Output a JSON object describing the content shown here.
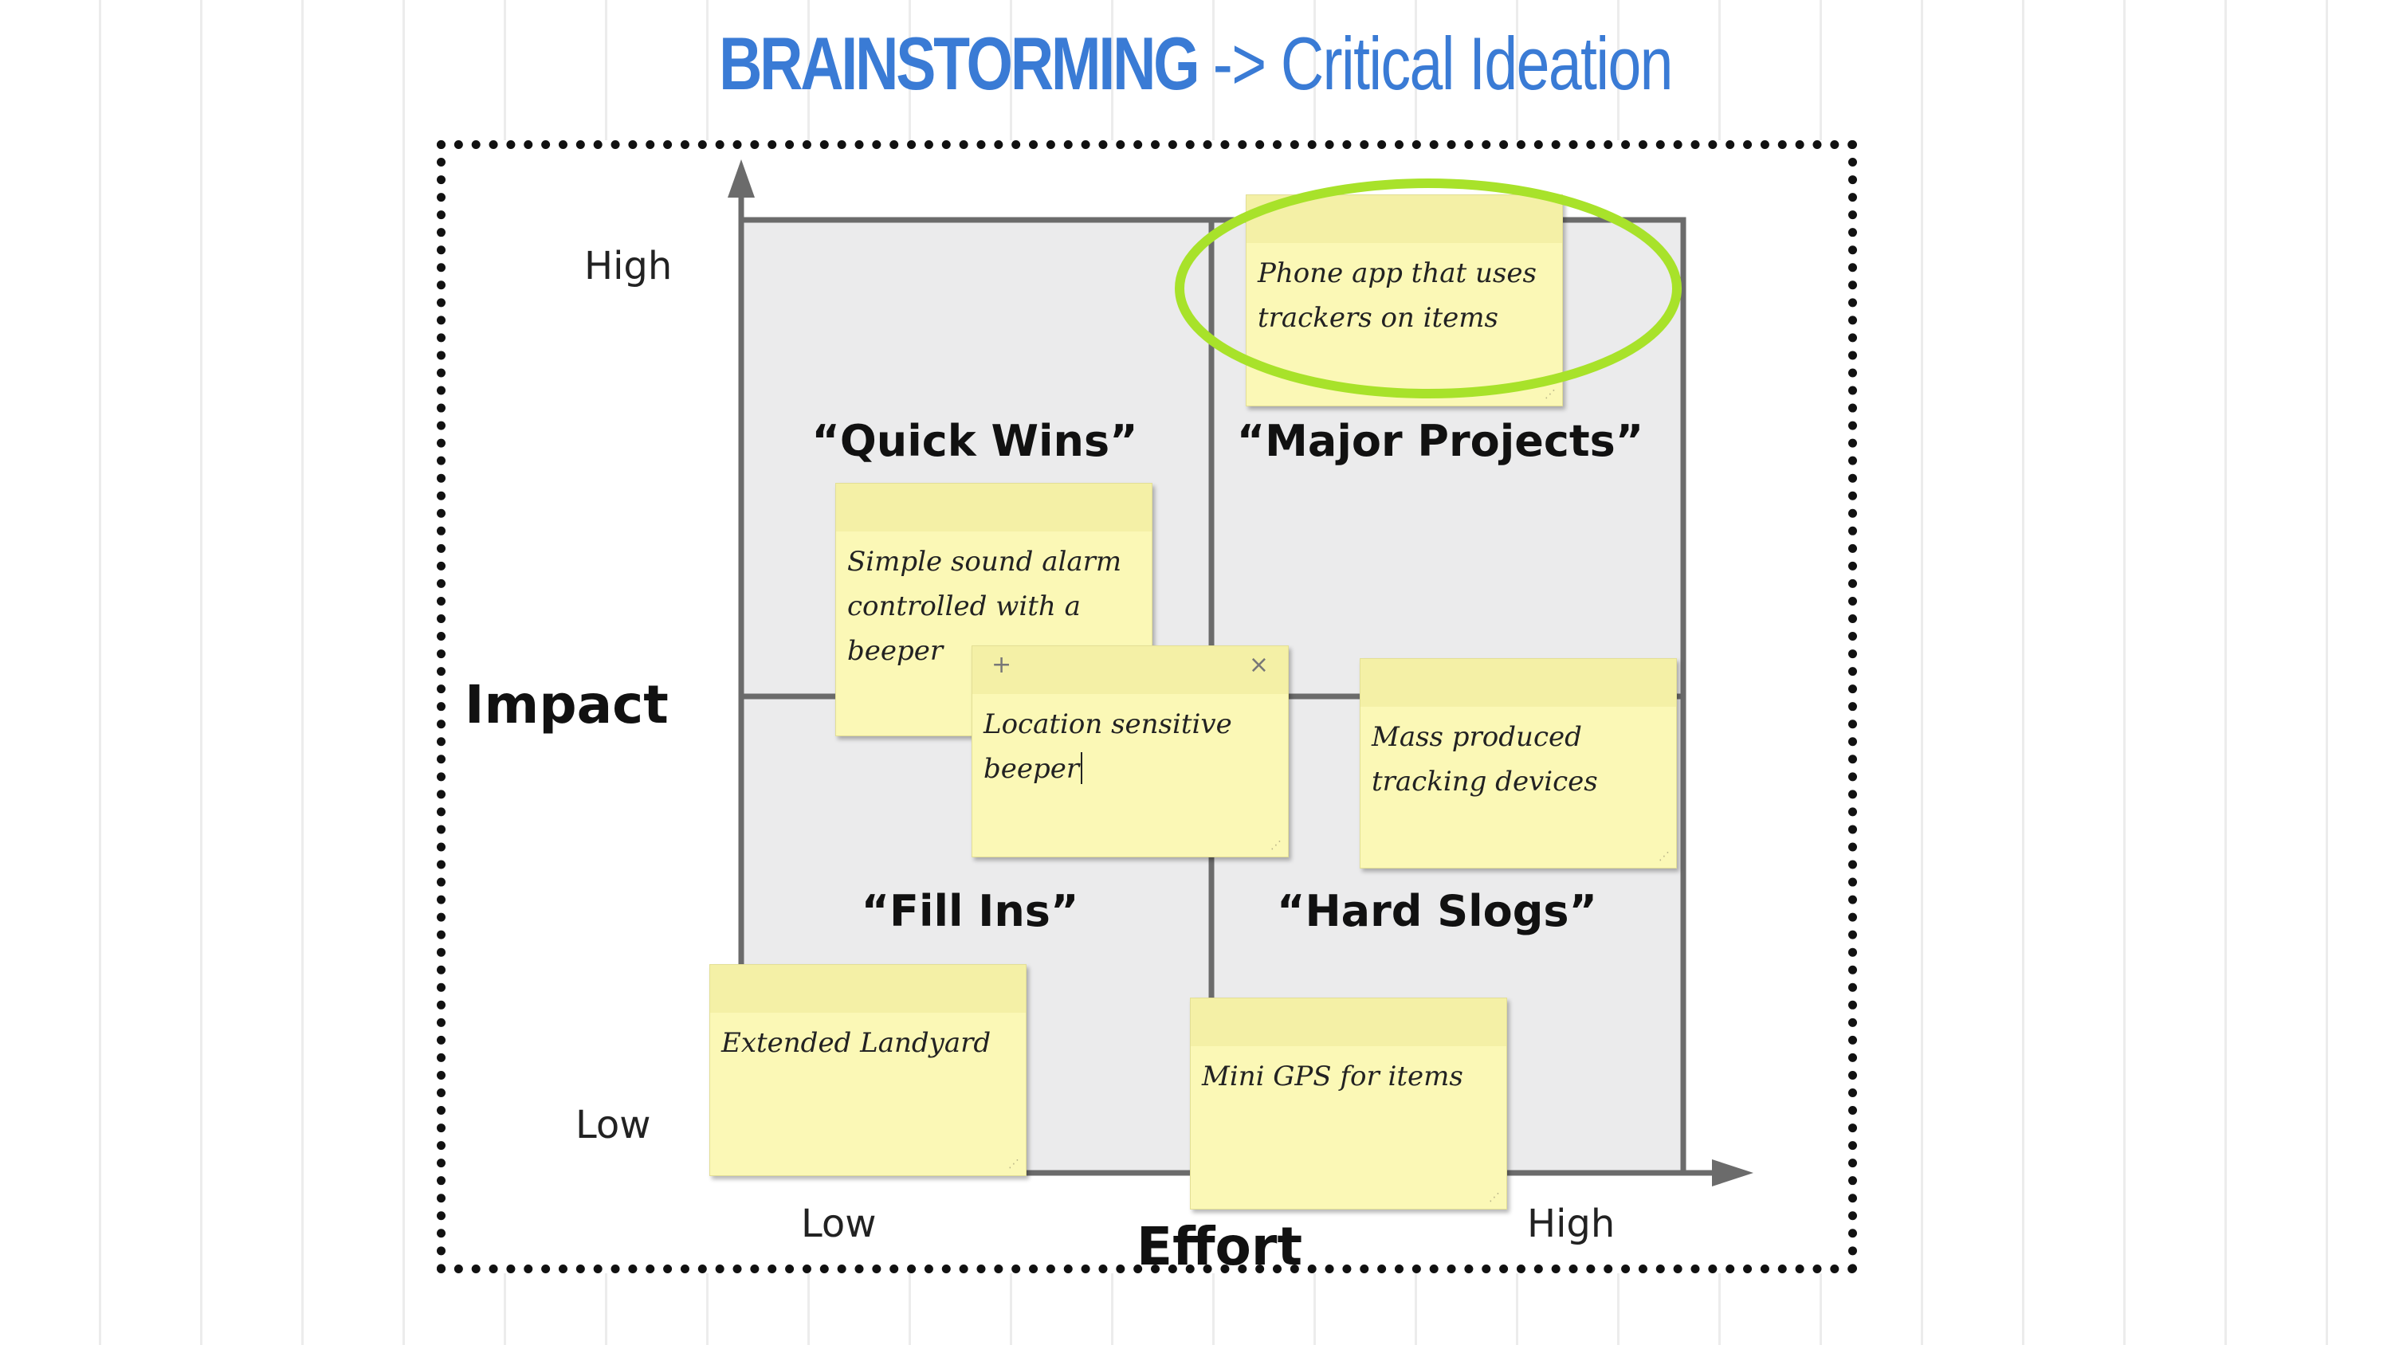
{
  "title": {
    "bold": "BRAINSTORMING",
    "rest": " -> Critical Ideation"
  },
  "matrix": {
    "y_axis": {
      "label": "Impact",
      "high": "High",
      "low": "Low"
    },
    "x_axis": {
      "label": "Effort",
      "low": "Low",
      "high": "High"
    },
    "quadrants": {
      "quick_wins": "“Quick Wins”",
      "major_projects": "“Major Projects”",
      "fill_ins": "“Fill Ins”",
      "hard_slogs": "“Hard Slogs”"
    }
  },
  "notes": {
    "phone_app": "Phone app that uses trackers on items",
    "sound_alarm": "Simple sound alarm controlled with a beeper",
    "location_beeper": "Location sensitive beeper",
    "mass_produced": "Mass produced tracking devices",
    "landyard": "Extended Landyard",
    "mini_gps": "Mini GPS for items"
  },
  "note_controls": {
    "add": "+",
    "close": "×"
  },
  "colors": {
    "title_blue": "#3a7bd5",
    "note_yellow": "#fbf8b6",
    "highlight_green": "#a8e22a",
    "quadrant_bg": "#ebebec",
    "grid_line": "#6b6b6b"
  }
}
